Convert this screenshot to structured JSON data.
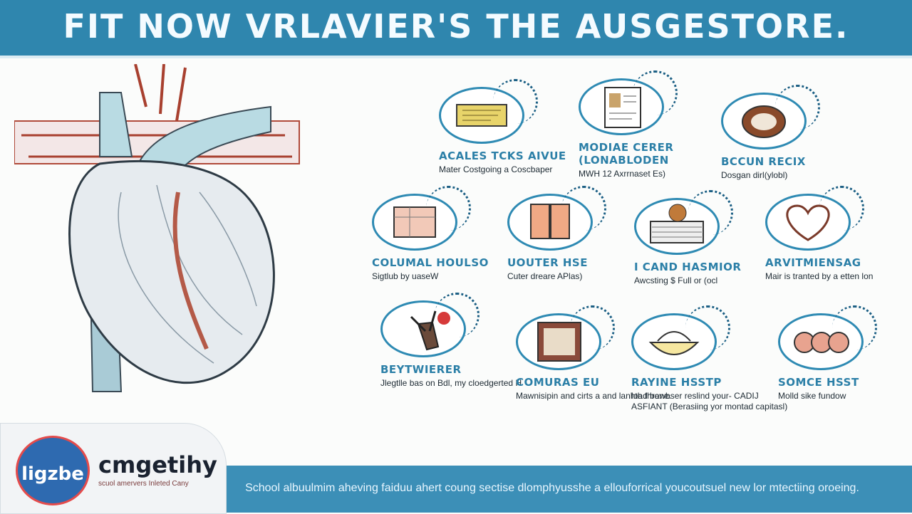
{
  "header": {
    "title": "FIT NOW VRLAVIER'S THE AUSGESTORE."
  },
  "items": [
    {
      "heading": "ACALES TCKS AIVUE",
      "desc": "Mater Costgoing a Coscbaper",
      "icon": "ticket-icon"
    },
    {
      "heading": "MODIAE CERER (LONABLODEN",
      "desc": "MWH 12 Axrrnaset Es)",
      "icon": "document-icon"
    },
    {
      "heading": "BCCUN RECIX",
      "desc": "Dosgan dirl(ylobl)",
      "icon": "coin-icon"
    },
    {
      "heading": "COLUMAL HOULSO",
      "desc": "Sigtlub by uaseW",
      "icon": "box-icon"
    },
    {
      "heading": "UOUTER HSE",
      "desc": "Cuter dreare APlas)",
      "icon": "book-icon"
    },
    {
      "heading": "I CAND HASMIOR",
      "desc": "Awcsting $ Full or (ocl",
      "icon": "papers-icon"
    },
    {
      "heading": "ARVITMIENSAG",
      "desc": "Mair is tranted by a etten lon",
      "icon": "heart-icon"
    },
    {
      "heading": "BEYTWIERER",
      "desc": "Jlegtlle bas on Bdl, my cloedgerted H",
      "icon": "tools-icon"
    },
    {
      "heading": "COMURAS EU",
      "desc": "Mawnisipin and cirts a and lanhth fhrone.",
      "icon": "frame-icon"
    },
    {
      "heading": "RAYINE HSSTP",
      "desc": "load bawbser reslind your- CADIJ ASFIANT (Berasiing yor montad capitasl)",
      "icon": "bowl-icon"
    },
    {
      "heading": "SOMCE HSST",
      "desc": "Molld sike fundow",
      "icon": "rolls-icon"
    }
  ],
  "footer": {
    "tagline": "School albuulmim aheving faiduu ahert coung sectise dlomphyusshe a ellouforrical youcoutsuel new lor mtectiing oroeing.",
    "brand_mark": "ligzbe",
    "brand_name": "cmgetihy",
    "brand_sub": "scuol amervers  Inleted Cany"
  }
}
